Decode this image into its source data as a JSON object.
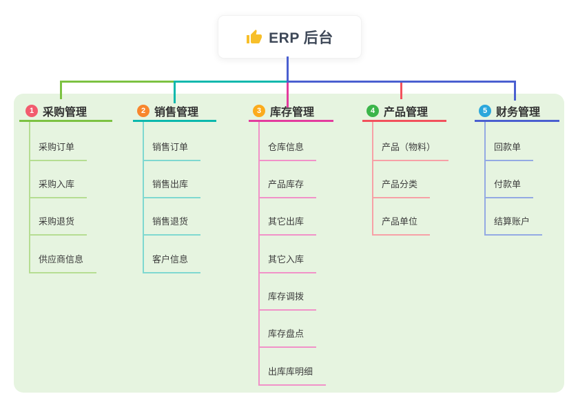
{
  "root": {
    "title": "ERP 后台",
    "icon": "thumbs-up-icon",
    "icon_color": "#f7bf2a",
    "stem_color": "#4a5fd0"
  },
  "canvas": {
    "background": "#e6f4e0"
  },
  "branches": [
    {
      "index": "1",
      "label": "采购管理",
      "color": "#7cc242",
      "light_color": "#b5dd92",
      "badge_color": "#f25b6e",
      "children": [
        "采购订单",
        "采购入库",
        "采购退货",
        "供应商信息"
      ]
    },
    {
      "index": "2",
      "label": "销售管理",
      "color": "#0bb8ad",
      "light_color": "#7ed8d0",
      "badge_color": "#f8862d",
      "children": [
        "销售订单",
        "销售出库",
        "销售退货",
        "客户信息"
      ]
    },
    {
      "index": "3",
      "label": "库存管理",
      "color": "#e33b9e",
      "light_color": "#f191c8",
      "badge_color": "#fbab1c",
      "children": [
        "仓库信息",
        "产品库存",
        "其它出库",
        "其它入库",
        "库存调拨",
        "库存盘点",
        "出库库明细"
      ]
    },
    {
      "index": "4",
      "label": "产品管理",
      "color": "#f2505c",
      "light_color": "#f7a0a6",
      "badge_color": "#3bb54a",
      "children": [
        "产品（物料）",
        "产品分类",
        "产品单位"
      ]
    },
    {
      "index": "5",
      "label": "财务管理",
      "color": "#4a5fd0",
      "light_color": "#93a9e3",
      "badge_color": "#2ba7dc",
      "children": [
        "回款单",
        "付款单",
        "结算账户"
      ]
    }
  ]
}
